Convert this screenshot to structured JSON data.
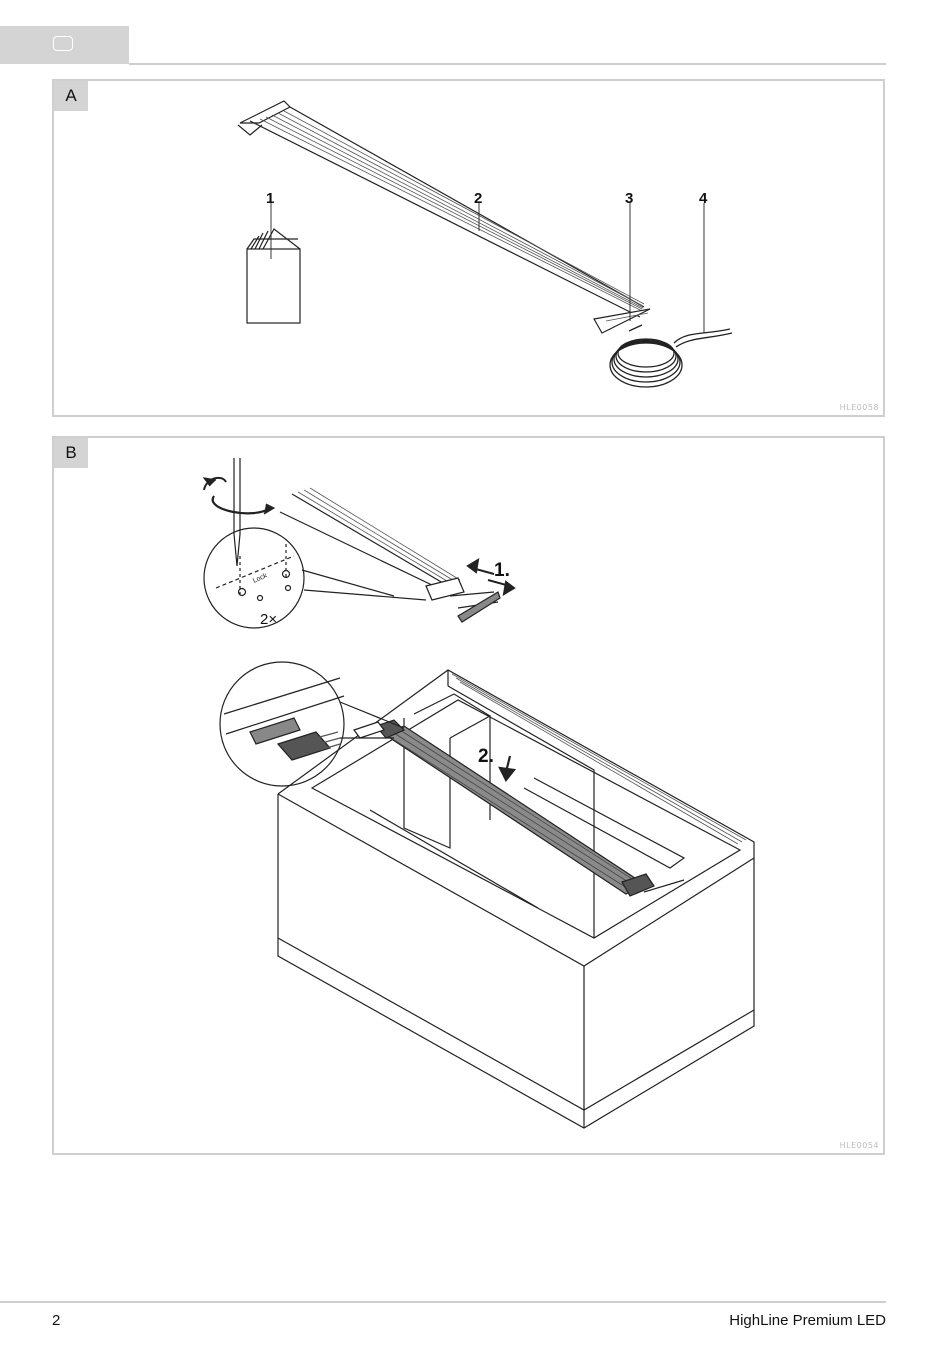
{
  "header": {
    "tab_icon": "rounded-rectangle-icon"
  },
  "panels": [
    {
      "label": "A",
      "figure_code": "HLE0058",
      "callouts": [
        "1",
        "2",
        "3",
        "4"
      ]
    },
    {
      "label": "B",
      "figure_code": "HLE0054",
      "step_1": "1.",
      "step_2": "2.",
      "quantity": "2×",
      "lock_label": "Lock"
    }
  ],
  "footer": {
    "page_number": "2",
    "product_name": "HighLine Premium LED"
  }
}
